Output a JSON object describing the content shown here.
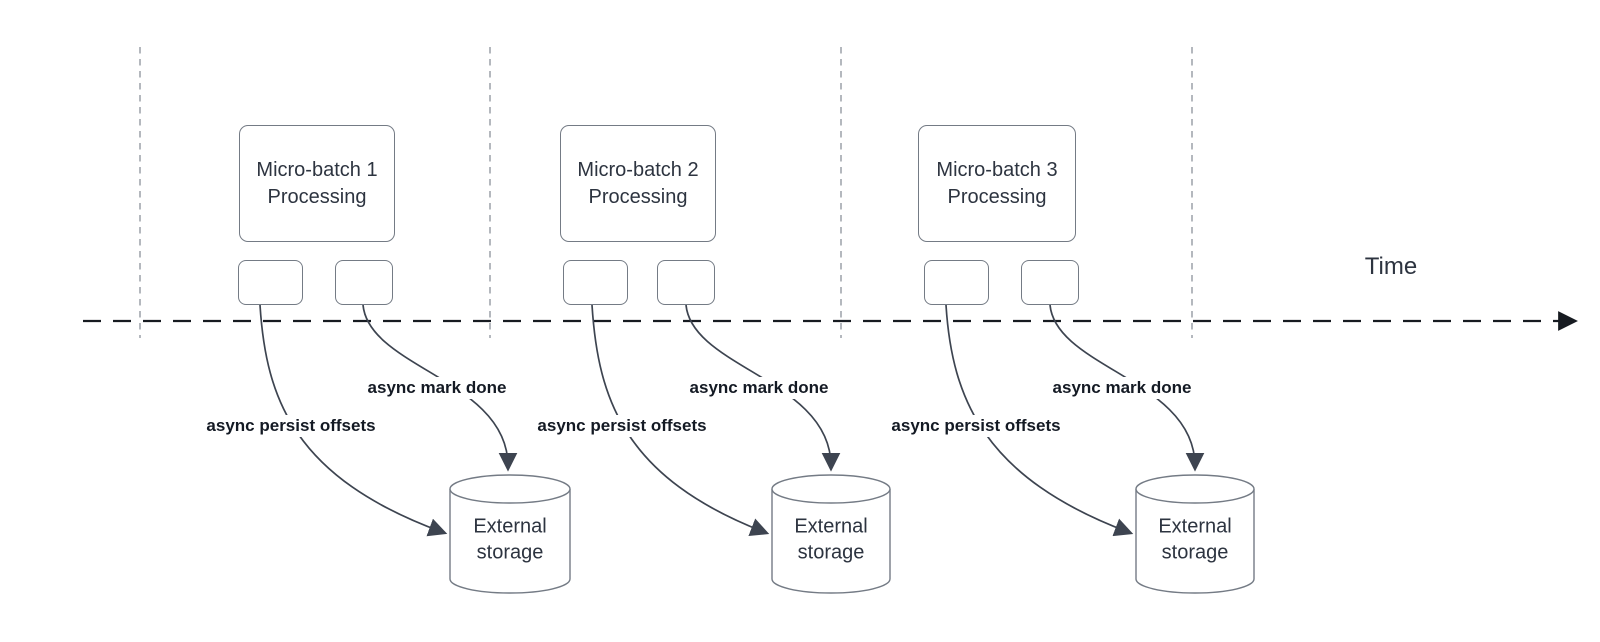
{
  "diagram": {
    "description_domain": "micro-batch streaming timeline diagram",
    "time_axis": {
      "label": "Time"
    },
    "groups": [
      {
        "processing_label": "Micro-batch 1 Processing",
        "persist_label": "async persist offsets",
        "mark_done_label": "async mark done",
        "storage_label": "External storage"
      },
      {
        "processing_label": "Micro-batch 2 Processing",
        "persist_label": "async persist offsets",
        "mark_done_label": "async mark done",
        "storage_label": "External storage"
      },
      {
        "processing_label": "Micro-batch 3 Processing",
        "persist_label": "async persist offsets",
        "mark_done_label": "async mark done",
        "storage_label": "External storage"
      }
    ],
    "colors": {
      "background": "#ffffff",
      "timeline": "#171b21",
      "guide_line": "#9ca1a8",
      "connector": "#3d4450",
      "box_border": "#747b85",
      "title_text": "#2d3440",
      "bold_label_text": "#141a24"
    },
    "icons": {
      "timeline_arrowhead": "arrow-right-icon",
      "connector_arrowhead": "arrow-icon"
    }
  }
}
